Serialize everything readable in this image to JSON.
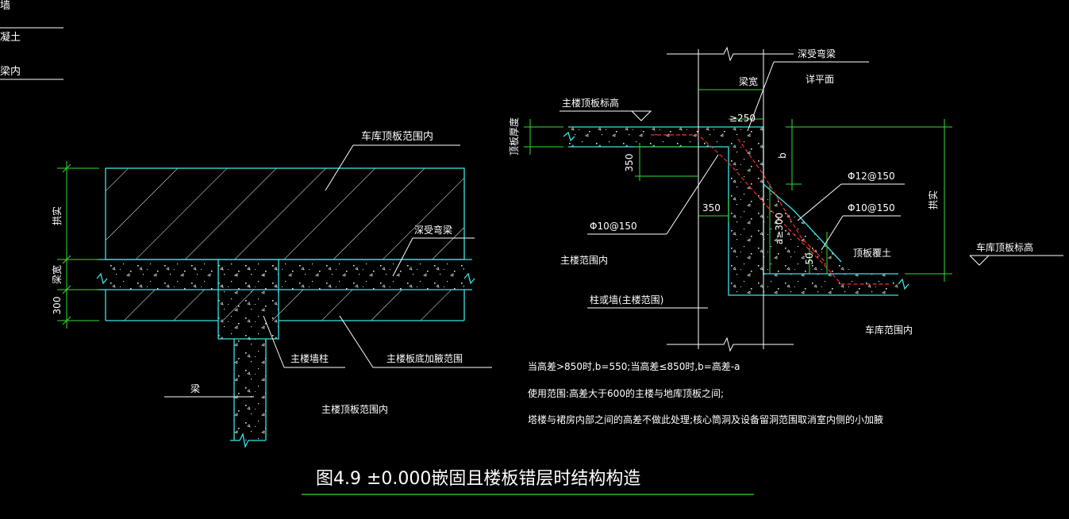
{
  "top_left": {
    "line1": "墙",
    "line2": "凝土",
    "line3": "梁内"
  },
  "left": {
    "garage_roof_range": "车库顶板范围内",
    "deep_beam": "深受弯梁",
    "dim_fill": "拱实",
    "dim_beam_width": "梁宽",
    "dim_300": "300",
    "main_wall_col": "主楼墙柱",
    "main_floor_bottom_haunch": "主楼板底加腋范围",
    "beam": "梁",
    "main_roof_range": "主楼顶板范围内"
  },
  "right": {
    "deep_beam": "深受弯梁",
    "beam_width": "梁宽",
    "see_plan": "详平面",
    "main_roof_elev": "主楼顶板标高",
    "slab_thickness": "顶板厚度",
    "ge250": "≥250",
    "b": "b",
    "dim_350a": "350",
    "dim_350b": "350",
    "rebar_phi12": "Φ12@150",
    "rebar_phi10_right": "Φ10@150",
    "rebar_phi10_left": "Φ10@150",
    "dim_fill": "拱实",
    "a_ge300": "a≥300",
    "dim_50": "50",
    "roof_cover": "顶板覆土",
    "garage_roof_elev": "车库顶板标高",
    "main_range": "主楼范围内",
    "col_wall": "柱或墙(主楼范围)",
    "garage_range": "车库范围内"
  },
  "notes": {
    "n1": "当高差>850时,b=550;当高差≤850时,b=高差-a",
    "n2": "使用范围:高差大于600的主楼与地库顶板之间;",
    "n3": "塔楼与裙房内部之间的高差不做此处理;核心筒洞及设备留洞范围取消室内侧的小加腋"
  },
  "caption": "图4.9  ±0.000嵌固且楼板错层时结构构造",
  "colors": {
    "background": "#000000",
    "structure": "#35e6e6",
    "dimension": "#33dd33",
    "rebar": "#ff2a2a",
    "text": "#ffffff"
  }
}
